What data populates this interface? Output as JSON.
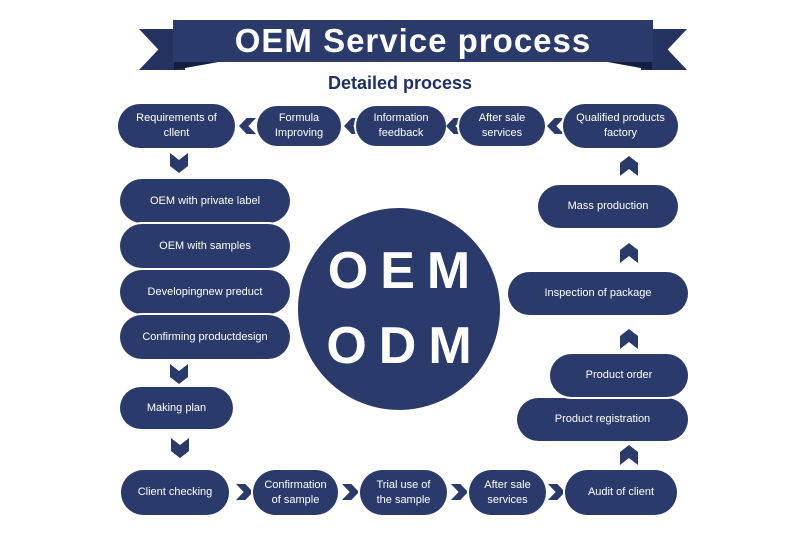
{
  "banner": {
    "title": "OEM Service process"
  },
  "subtitle": {
    "text": "Detailed process"
  },
  "center_circle": {
    "line1": "OEM",
    "line2": "ODM"
  },
  "colors": {
    "navy": "#2a3a6b",
    "tail_navy": "#24335f",
    "fold_navy": "#141f3e",
    "text_on_navy": "#ffffff",
    "subtitle_navy": "#1f3066",
    "background": "#ffffff"
  },
  "flow": {
    "top_row": [
      {
        "label": "Requirements of cllent"
      },
      {
        "label": "Formula Improving"
      },
      {
        "label": "Information feedback"
      },
      {
        "label": "After sale services"
      },
      {
        "label": "Qualified products factory"
      }
    ],
    "left_column": [
      {
        "label": "OEM with private label"
      },
      {
        "label": "OEM with samples"
      },
      {
        "label": "Developingnew preduct"
      },
      {
        "label": "Confirming productdesign"
      },
      {
        "label": "Making plan"
      }
    ],
    "bottom_row": [
      {
        "label": "Client checking"
      },
      {
        "label": "Confirmation of sample"
      },
      {
        "label": "Trial use of the sample"
      },
      {
        "label": "After sale services"
      },
      {
        "label": "Audit of client"
      }
    ],
    "right_column": [
      {
        "label": "Product registration"
      },
      {
        "label": "Product order"
      },
      {
        "label": "Inspection of package"
      },
      {
        "label": "Mass production"
      }
    ]
  }
}
